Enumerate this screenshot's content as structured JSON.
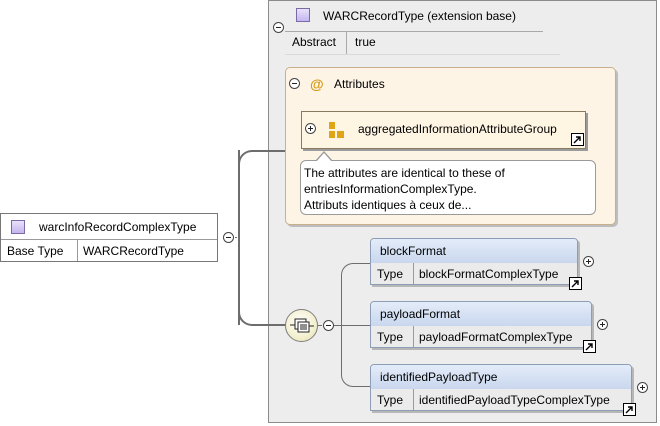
{
  "base_type_box": {
    "title": "WARCRecordType (extension base)",
    "abstract_label": "Abstract",
    "abstract_value": "true"
  },
  "root_element": {
    "name": "warcInfoRecordComplexType",
    "property_label": "Base Type",
    "property_value": "WARCRecordType"
  },
  "attributes": {
    "header_symbol": "@",
    "header_label": "Attributes",
    "group_name": "aggregatedInformationAttributeGroup",
    "note_lines": [
      "The attributes are identical to these of",
      "entriesInformationComplexType.",
      "Attributs identiques à ceux de..."
    ]
  },
  "sequence": {
    "elements": [
      {
        "name": "blockFormat",
        "type_label": "Type",
        "type_value": "blockFormatComplexType"
      },
      {
        "name": "payloadFormat",
        "type_label": "Type",
        "type_value": "payloadFormatComplexType"
      },
      {
        "name": "identifiedPayloadType",
        "type_label": "Type",
        "type_value": "identifiedPayloadTypeComplexType"
      }
    ]
  },
  "colors": {
    "frame_background": "#ededed",
    "attributes_panel": "#fdf4e6",
    "element_header": "#c9d7ee",
    "connector": "#6d6d6d"
  },
  "icons": {
    "type_icon": "complex-type-icon",
    "attribute_group_icon": "attribute-group-icon",
    "link_icon": "link-arrow-icon",
    "sequence_icon": "sequence-compositor-icon"
  }
}
